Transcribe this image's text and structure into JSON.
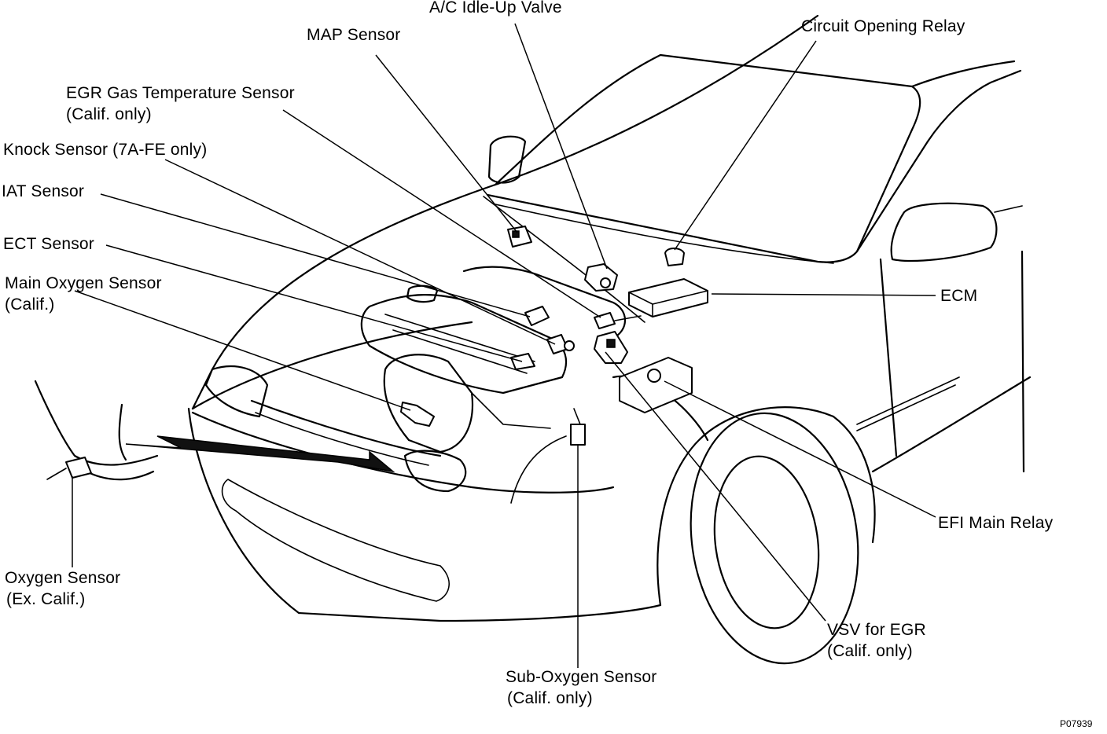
{
  "labels": {
    "ac_idle_up_valve": "A/C Idle-Up Valve",
    "map_sensor": "MAP Sensor",
    "circuit_opening_relay": "Circuit Opening Relay",
    "egr_gas_temp_sensor": "EGR Gas Temperature Sensor",
    "egr_gas_temp_sensor_note": "(Calif. only)",
    "knock_sensor": "Knock Sensor (7A-FE only)",
    "iat_sensor": "IAT Sensor",
    "ect_sensor": "ECT Sensor",
    "main_oxygen_sensor": "Main Oxygen Sensor",
    "main_oxygen_sensor_note": "(Calif.)",
    "ecm": "ECM",
    "efi_main_relay": "EFI Main Relay",
    "oxygen_sensor": "Oxygen Sensor",
    "oxygen_sensor_note": "(Ex. Calif.)",
    "vsv_for_egr": "VSV for EGR",
    "vsv_for_egr_note": "(Calif. only)",
    "sub_oxygen_sensor": "Sub-Oxygen Sensor",
    "sub_oxygen_sensor_note": "(Calif. only)"
  },
  "figure_ref": "P07939"
}
